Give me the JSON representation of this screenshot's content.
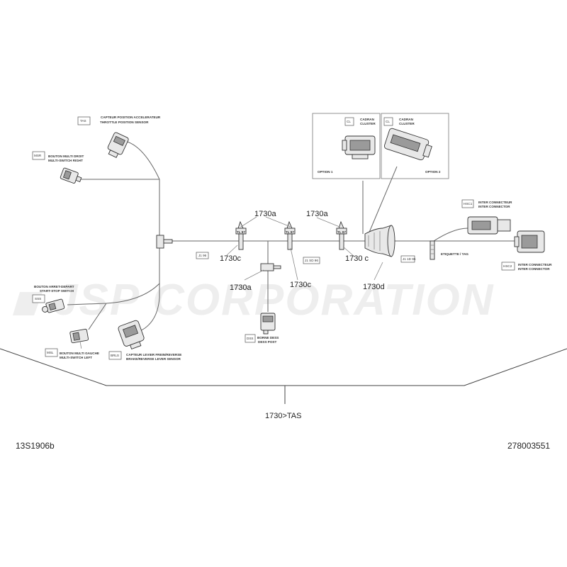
{
  "watermark": "JSP CORPORATION",
  "footer": {
    "left_code": "13S1906b",
    "right_code": "278003551"
  },
  "assembly_label": "1730>TAS",
  "callouts": {
    "a_left": "1730a",
    "a_right": "1730a",
    "a_bottom": "1730a",
    "c_left": "1730c",
    "c_right": "1730 c",
    "c_bottom": "1730c",
    "d": "1730d"
  },
  "components": {
    "tas": {
      "code": "TAS",
      "fr": "CAPTEUR POSITION ACCELERATEUR",
      "en": "THROTTLE POSITION SENSOR"
    },
    "msr": {
      "code": "MSR",
      "fr": "BOUTON MULTI DROIT",
      "en": "MULTI-SWITCH RIGHT"
    },
    "sss": {
      "code": "SSS",
      "fr": "BOUTON ARRET-DEPART",
      "en": "START-STOP SWITCH"
    },
    "msl": {
      "code": "MSL",
      "fr": "BOUTON MULTI GAUCHE",
      "en": "MULTI-SWITCH LEFT"
    },
    "brls": {
      "code": "BRLS",
      "fr": "CAPTEUR LEVIER FREIN/REVERSE",
      "en": "BRAKE/REVERSE LEVER SENSOR"
    },
    "dss": {
      "code": "DSS",
      "fr": "BORNE DESS",
      "en": "DESS POST"
    },
    "cl1": {
      "code": "CL",
      "fr": "CADRAN",
      "en": "CLUSTER",
      "option": "OPTION 1"
    },
    "cl2": {
      "code": "CL",
      "fr": "CADRAN",
      "en": "CLUSTER",
      "option": "OPTION 2"
    },
    "hsc1": {
      "code": "HSC1",
      "fr": "INTER CONNECTEUR",
      "en": "INTER CONNECTOR"
    },
    "hsc2": {
      "code": "HSC2",
      "fr": "INTER CONNECTEUR",
      "en": "INTER CONNECTOR"
    }
  },
  "wire_codes": {
    "j1": "J1 96",
    "j2": "J1 SD 96",
    "j3": "J1 1D 95"
  },
  "tags": {
    "tl1": "TL 97",
    "tl2": "TL 97",
    "tl3": "TL 97",
    "etiq": "ETIQUETTE / TAG"
  },
  "colors": {
    "line": "#666666",
    "text": "#222222",
    "watermark": "#eeeeee"
  }
}
